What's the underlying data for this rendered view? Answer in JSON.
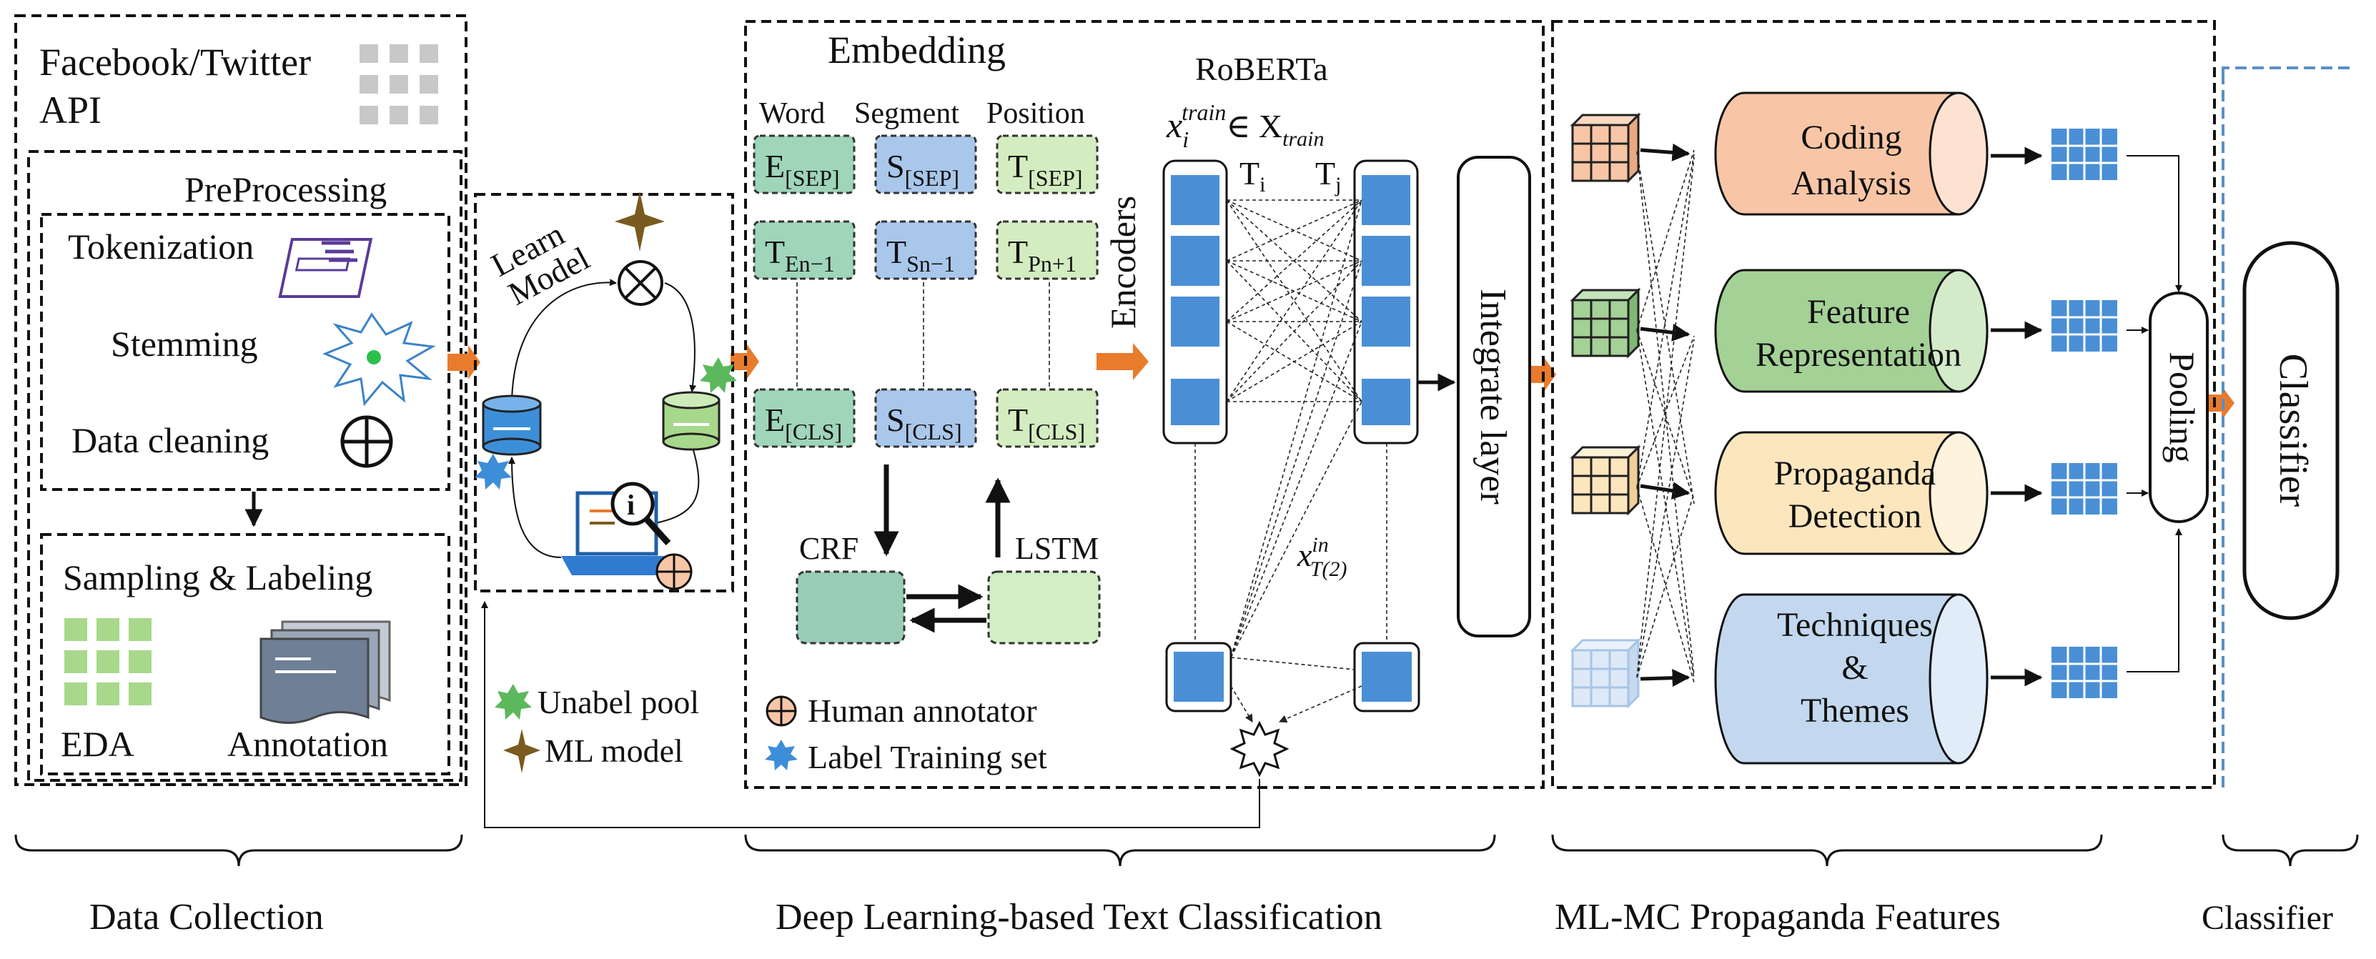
{
  "colors": {
    "word_embedding": "#9fd5b9",
    "segment_embedding": "#a9c7ea",
    "position_embedding": "#d3ecc0",
    "encoder_block": "#4a8fd6",
    "crf": "#99ccb6",
    "lstm": "#d2eec4",
    "coding_analysis": "#f8c6a6",
    "feature_representation": "#a4d196",
    "propaganda_detection": "#fce6bd",
    "techniques_themes": "#c3d8ee",
    "orange_arrow": "#e87b2c",
    "unlabel_pool": "#5cb85c",
    "ml_model": "#7a5a1e",
    "label_training_set": "#3d8ed8"
  },
  "data_collection": {
    "api_title": "Facebook/Twitter",
    "api_subtitle": "API",
    "preprocessing_title": "PreProcessing",
    "tokenization": "Tokenization",
    "stemming": "Stemming",
    "data_cleaning": "Data cleaning",
    "sampling_title": "Sampling & Labeling",
    "eda": "EDA",
    "annotation": "Annotation",
    "footer": "Data Collection"
  },
  "active_learning": {
    "learn": "Learn",
    "model": "Model",
    "legend_unlabel_pool": "Unabel pool",
    "legend_ml_model": "ML model",
    "legend_human_annotator": "Human annotator",
    "legend_label_training_set": "Label Training set"
  },
  "embedding": {
    "title": "Embedding",
    "col_word": "Word",
    "col_segment": "Segment",
    "col_position": "Position",
    "word_rows": [
      {
        "main": "E",
        "sub": "[SEP]"
      },
      {
        "main": "T",
        "sub": "En−1"
      },
      {
        "main": "E",
        "sub": "[CLS]"
      }
    ],
    "segment_rows": [
      {
        "main": "S",
        "sub": "[SEP]"
      },
      {
        "main": "T",
        "sub": "Sn−1"
      },
      {
        "main": "S",
        "sub": "[CLS]"
      }
    ],
    "position_rows": [
      {
        "main": "T",
        "sub": "[SEP]"
      },
      {
        "main": "T",
        "sub": "Pn+1"
      },
      {
        "main": "T",
        "sub": "[CLS]"
      }
    ],
    "crf": "CRF",
    "lstm": "LSTM",
    "footer": "Deep Learning-based Text Classification"
  },
  "roberta": {
    "title": "RoBERTa",
    "formula_var": "x",
    "formula_sub": "i",
    "formula_sup": "train",
    "formula_rel": "∈ X",
    "formula_rel_sub": "train",
    "ti": "T",
    "ti_sub": "i",
    "tj": "T",
    "tj_sub": "j",
    "encoders": "Encoders",
    "xin_var": "x",
    "xin_sub": "T(2)",
    "xin_sup": "in",
    "integrate": "Integrate layer"
  },
  "features": {
    "coding_analysis": [
      "Coding",
      "Analysis"
    ],
    "feature_representation": [
      "Feature",
      "Representation"
    ],
    "propaganda_detection": [
      "Propaganda",
      "Detection"
    ],
    "techniques_themes": [
      "Techniques",
      "&",
      "Themes"
    ],
    "pooling": "Pooling",
    "footer": "ML-MC Propaganda Features"
  },
  "classifier": {
    "label": "Classifier",
    "footer": "Classifier"
  }
}
